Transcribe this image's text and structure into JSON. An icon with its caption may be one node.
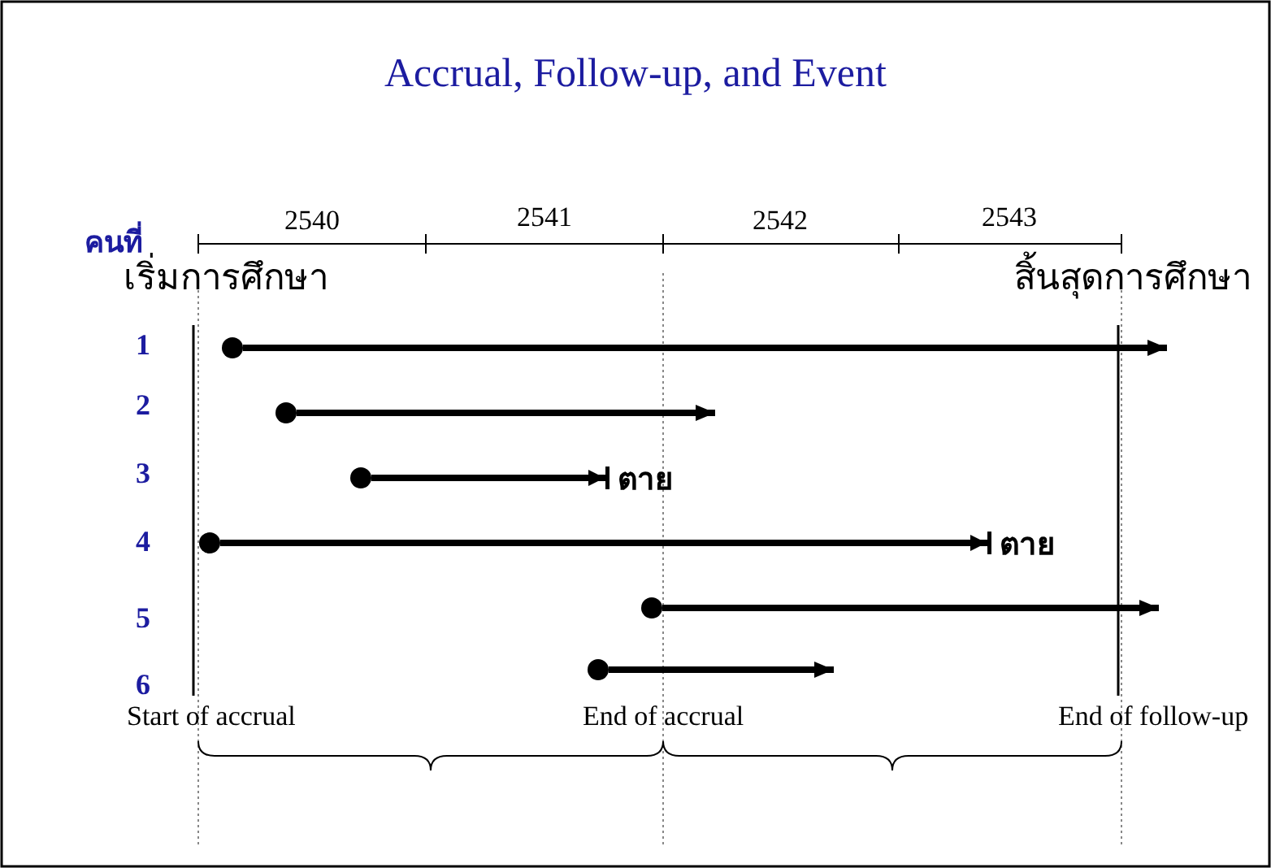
{
  "diagram": {
    "title": "Accrual, Follow-up, and Event",
    "nodes": [
      {
        "text": [],
        "shape": "circle"
      },
      {
        "text": [],
        "shape": "circle"
      },
      {
        "text": [],
        "shape": "circle"
      },
      {
        "text": [
          "ตาย"
        ]
      },
      {
        "text": [],
        "shape": "circle"
      },
      {
        "text": [
          "ตาย"
        ]
      },
      {
        "text": [],
        "shape": "circle"
      },
      {
        "text": [],
        "shape": "circle"
      }
    ],
    "edges": [
      {
        "from": 0,
        "to": null,
        "arrow": "to"
      },
      {
        "from": 1,
        "to": null,
        "arrow": "to"
      },
      {
        "from": 2,
        "to": 3,
        "arrow": "to"
      },
      {
        "from": 4,
        "to": 5,
        "arrow": "to"
      },
      {
        "from": 6,
        "to": null,
        "arrow": "to"
      },
      {
        "from": 7,
        "to": null,
        "arrow": "to"
      }
    ],
    "labels": [
      "2540",
      "2541",
      "2542",
      "2543",
      "คนที่",
      "เริ่มการศึกษา",
      "สิ้นสุดการศึกษา",
      "1",
      "2",
      "3",
      "4",
      "5",
      "6",
      "Start of accrual",
      "End of accrual",
      "End of follow-up"
    ]
  }
}
